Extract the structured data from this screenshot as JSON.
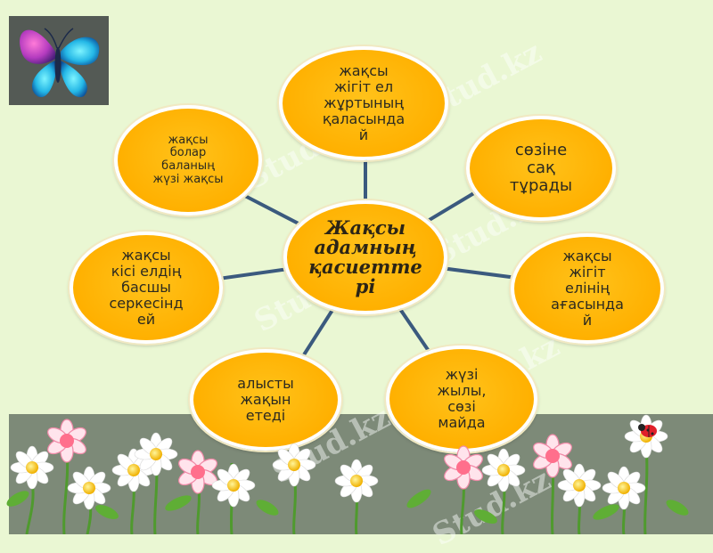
{
  "diagram": {
    "center": {
      "label": "Жақсы\nадамның\nқасиетте\nрі"
    },
    "nodes": [
      {
        "label": "жақсы\nжігіт ел\nжұртының\nқаласында\nй"
      },
      {
        "label": "сөзіне\nсақ\nтұрады"
      },
      {
        "label": "жақсы\nжігіт\nелінің\nағасында\nй"
      },
      {
        "label": "жүзі\nжылы,\nсөзі\nмайда"
      },
      {
        "label": "алысты\nжақын\nетеді"
      },
      {
        "label": "жақсы\nкісі елдің\nбасшы\nсеркесінд\nей"
      },
      {
        "label": "жақсы\nболар\nбаланың\nжүзі жақсы"
      }
    ]
  },
  "watermark": {
    "text": "Stud.kz"
  },
  "decor": {
    "icons": [
      "butterfly-icon",
      "flower-icon",
      "ladybug-icon"
    ],
    "colors": {
      "background": "#eaf7d3",
      "node_fill": "#ffb000",
      "connector": "#3b5a7e",
      "ground": "#7d8a78"
    }
  }
}
